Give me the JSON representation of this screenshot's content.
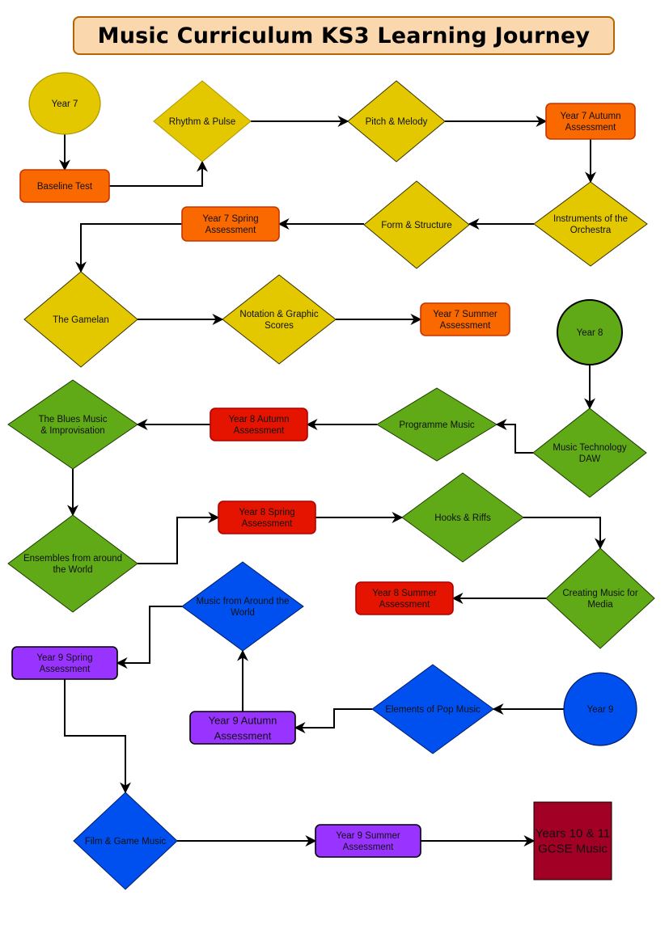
{
  "title": "Music Curriculum KS3 Learning Journey",
  "colors": {
    "year7_topic": "#e3c800",
    "year7_topic_stroke": "#b09500",
    "year7_assessment": "#fa6800",
    "year7_assessment_stroke": "#c73500",
    "year8_topic": "#60a917",
    "year8_assessment": "#e51400",
    "year8_assessment_stroke": "#b20000",
    "year9_topic": "#0050ef",
    "year9_assessment": "#9933ff",
    "gcse": "#a20025",
    "title_fill": "#fad7ac",
    "title_stroke": "#b46504"
  },
  "nodes": {
    "year7": {
      "label": [
        "Year 7"
      ],
      "shape": "circle"
    },
    "baseline_test": {
      "label": [
        "Baseline Test"
      ],
      "shape": "process"
    },
    "rhythm_pulse": {
      "label": [
        "Rhythm & Pulse"
      ],
      "shape": "diamond"
    },
    "pitch_melody": {
      "label": [
        "Pitch & Melody"
      ],
      "shape": "diamond"
    },
    "y7_autumn": {
      "label": [
        "Year 7 Autumn",
        "Assessment"
      ],
      "shape": "process"
    },
    "instruments_orchestra": {
      "label": [
        "Instruments of the",
        "Orchestra"
      ],
      "shape": "diamond"
    },
    "form_structure": {
      "label": [
        "Form & Structure"
      ],
      "shape": "diamond"
    },
    "y7_spring": {
      "label": [
        "Year 7 Spring",
        "Assessment"
      ],
      "shape": "process"
    },
    "gamelan": {
      "label": [
        "The Gamelan"
      ],
      "shape": "diamond"
    },
    "notation_graphic": {
      "label": [
        "Notation & Graphic",
        "Scores"
      ],
      "shape": "diamond"
    },
    "y7_summer": {
      "label": [
        "Year 7 Summer",
        "Assessment"
      ],
      "shape": "process"
    },
    "year8": {
      "label": [
        "Year 8"
      ],
      "shape": "circle"
    },
    "music_tech_daw": {
      "label": [
        "Music Technology",
        "DAW"
      ],
      "shape": "diamond"
    },
    "programme_music": {
      "label": [
        "Programme Music"
      ],
      "shape": "diamond"
    },
    "y8_autumn": {
      "label": [
        "Year 8 Autumn",
        "Assessment"
      ],
      "shape": "process"
    },
    "blues_improv": {
      "label": [
        "The Blues Music",
        "& Improvisation"
      ],
      "shape": "diamond"
    },
    "ensembles_world": {
      "label": [
        "Ensembles from around",
        "the World"
      ],
      "shape": "diamond"
    },
    "y8_spring": {
      "label": [
        "Year 8 Spring",
        "Assessment"
      ],
      "shape": "process"
    },
    "hooks_riffs": {
      "label": [
        "Hooks & Riffs"
      ],
      "shape": "diamond"
    },
    "creating_media": {
      "label": [
        "Creating Music for",
        "Media"
      ],
      "shape": "diamond"
    },
    "y8_summer": {
      "label": [
        "Year 8 Summer",
        "Assessment"
      ],
      "shape": "process"
    },
    "year9": {
      "label": [
        "Year 9"
      ],
      "shape": "circle"
    },
    "pop_elements": {
      "label": [
        "Elements of Pop Music"
      ],
      "shape": "diamond"
    },
    "y9_autumn": {
      "label": [
        "Year 9 Autumn",
        "Assessment"
      ],
      "shape": "process"
    },
    "music_around_world": {
      "label": [
        "Music from Around the",
        "World"
      ],
      "shape": "diamond"
    },
    "y9_spring": {
      "label": [
        "Year 9 Spring",
        "Assessment"
      ],
      "shape": "process"
    },
    "film_game": {
      "label": [
        "Film & Game Music"
      ],
      "shape": "diamond"
    },
    "y9_summer": {
      "label": [
        "Year 9 Summer",
        "Assessment"
      ],
      "shape": "process"
    },
    "gcse": {
      "label": [
        "Years 10 & 11",
        "GCSE Music"
      ],
      "shape": "square"
    }
  },
  "edges": [
    [
      "year7",
      "baseline_test"
    ],
    [
      "baseline_test",
      "rhythm_pulse"
    ],
    [
      "rhythm_pulse",
      "pitch_melody"
    ],
    [
      "pitch_melody",
      "y7_autumn"
    ],
    [
      "y7_autumn",
      "instruments_orchestra"
    ],
    [
      "instruments_orchestra",
      "form_structure"
    ],
    [
      "form_structure",
      "y7_spring"
    ],
    [
      "y7_spring",
      "gamelan"
    ],
    [
      "gamelan",
      "notation_graphic"
    ],
    [
      "notation_graphic",
      "y7_summer"
    ],
    [
      "year8",
      "music_tech_daw"
    ],
    [
      "music_tech_daw",
      "programme_music"
    ],
    [
      "programme_music",
      "y8_autumn"
    ],
    [
      "y8_autumn",
      "blues_improv"
    ],
    [
      "blues_improv",
      "ensembles_world"
    ],
    [
      "ensembles_world",
      "y8_spring"
    ],
    [
      "y8_spring",
      "hooks_riffs"
    ],
    [
      "hooks_riffs",
      "creating_media"
    ],
    [
      "creating_media",
      "y8_summer"
    ],
    [
      "year9",
      "pop_elements"
    ],
    [
      "pop_elements",
      "y9_autumn"
    ],
    [
      "y9_autumn",
      "music_around_world"
    ],
    [
      "music_around_world",
      "y9_spring"
    ],
    [
      "y9_spring",
      "film_game"
    ],
    [
      "film_game",
      "y9_summer"
    ],
    [
      "y9_summer",
      "gcse"
    ]
  ]
}
